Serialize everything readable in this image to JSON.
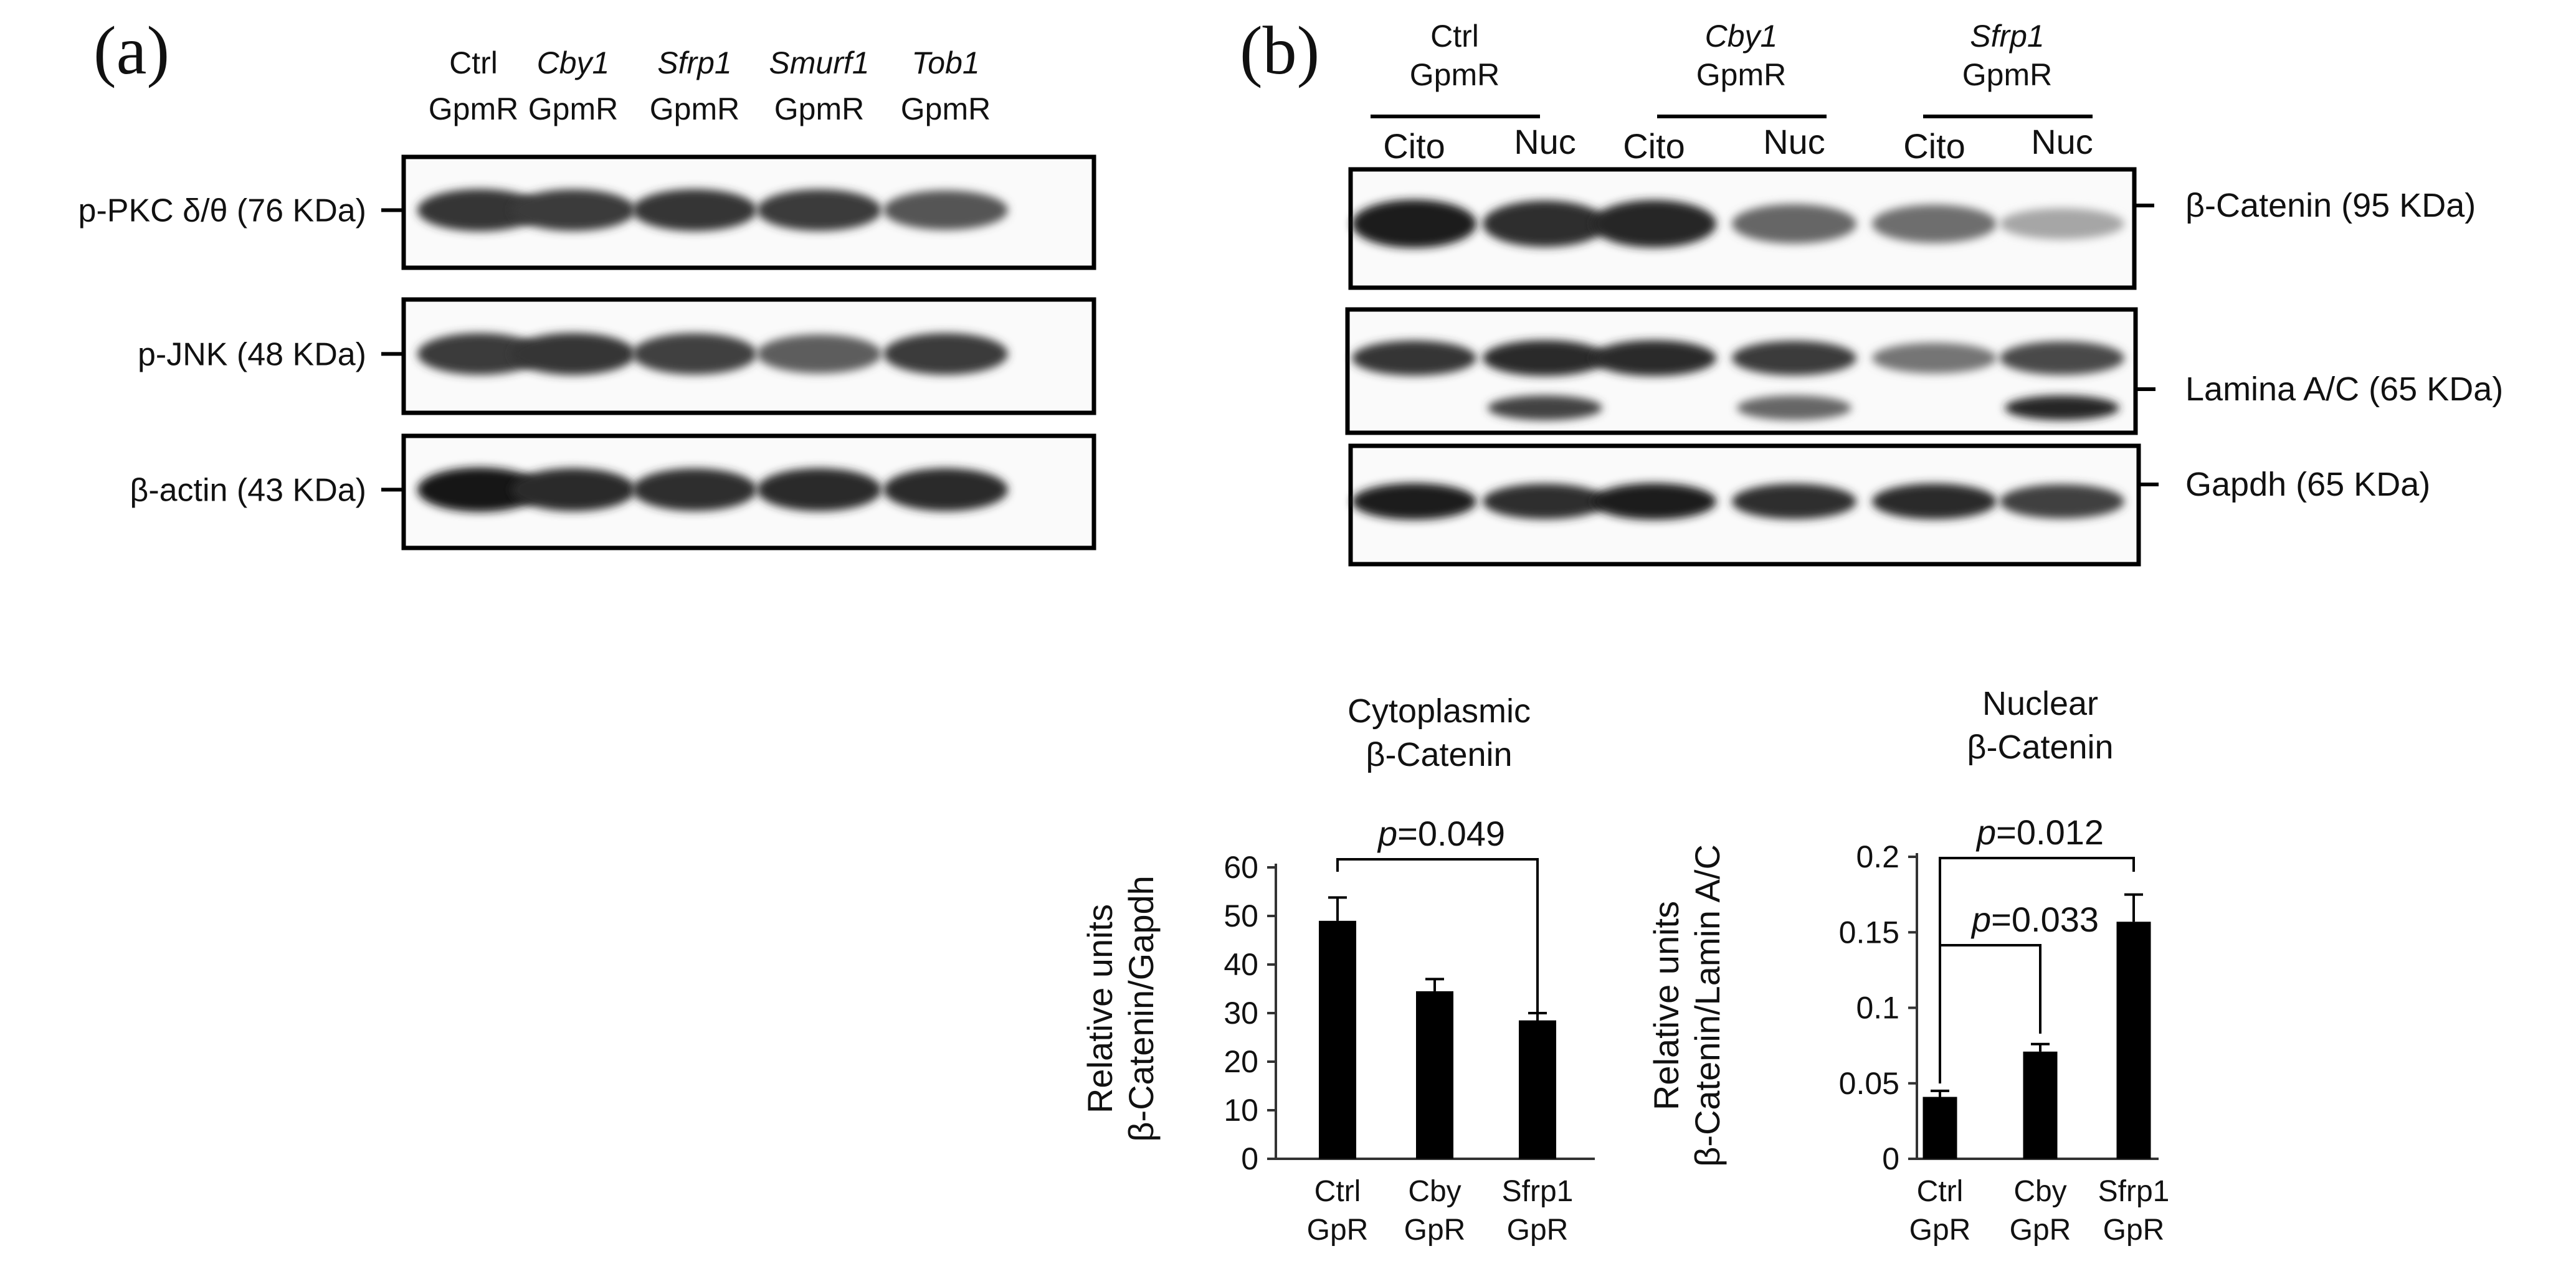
{
  "panel_a": {
    "letter": "(a)",
    "lanes": [
      {
        "gene": "Ctrl",
        "gene_italic": false,
        "sub": "GpmR"
      },
      {
        "gene": "Cby1",
        "gene_italic": true,
        "sub": "GpmR"
      },
      {
        "gene": "Sfrp1",
        "gene_italic": true,
        "sub": "GpmR"
      },
      {
        "gene": "Smurf1",
        "gene_italic": true,
        "sub": "GpmR"
      },
      {
        "gene": "Tob1",
        "gene_italic": true,
        "sub": "GpmR"
      }
    ],
    "blots": [
      {
        "label": "p-PKC δ/θ (76 KDa)",
        "bands": [
          0.85,
          0.82,
          0.84,
          0.82,
          0.7
        ]
      },
      {
        "label": "p-JNK (48 KDa)",
        "bands": [
          0.82,
          0.84,
          0.8,
          0.66,
          0.82
        ]
      },
      {
        "label": "β-actin (43 KDa)",
        "bands": [
          0.98,
          0.9,
          0.88,
          0.9,
          0.9
        ]
      }
    ]
  },
  "panel_b": {
    "letter": "(b)",
    "groups": [
      {
        "gene": "Ctrl",
        "gene_italic": false,
        "sub": "GpmR",
        "fractions": [
          "Cito",
          "Nuc"
        ]
      },
      {
        "gene": "Cby1",
        "gene_italic": true,
        "sub": "GpmR",
        "fractions": [
          "Cito",
          "Nuc"
        ]
      },
      {
        "gene": "Sfrp1",
        "gene_italic": true,
        "sub": "GpmR",
        "fractions": [
          "Cito",
          "Nuc"
        ]
      }
    ],
    "blots": [
      {
        "label": "β-Catenin (95 KDa)",
        "bands": [
          0.95,
          0.88,
          0.92,
          0.62,
          0.58,
          0.32
        ]
      },
      {
        "label": "Lamina A/C (65 KDa)",
        "bands": [
          0.85,
          0.9,
          0.9,
          0.82,
          0.55,
          0.75
        ]
      },
      {
        "label": "Gapdh (65 KDa)",
        "bands": [
          0.95,
          0.88,
          0.95,
          0.88,
          0.9,
          0.8
        ]
      }
    ]
  },
  "chart_data": [
    {
      "type": "bar",
      "title": "Cytoplasmic\nβ-Catenin",
      "ylabel": "Relative units\nβ-Catenin/Gapdh",
      "categories": [
        "Ctrl\nGpR",
        "Cby\nGpR",
        "Sfrp1\nGpR"
      ],
      "values": [
        49,
        34.5,
        28.5
      ],
      "errors": [
        4.8,
        2.5,
        1.5
      ],
      "ylim": [
        0,
        60
      ],
      "yticks": [
        "0",
        "10",
        "20",
        "30",
        "40",
        "50",
        "60"
      ],
      "bar_color": "#000000",
      "annotations": [
        {
          "from": 0,
          "to": 2,
          "label_prefix": "p",
          "label_value": "=0.049"
        }
      ]
    },
    {
      "type": "bar",
      "title": "Nuclear\nβ-Catenin",
      "ylabel": "Relative units\nβ-Catenin/Lamin A/C",
      "categories": [
        "Ctrl\nGpR",
        "Cby\nGpR",
        "Sfrp1\nGpR"
      ],
      "values": [
        0.041,
        0.071,
        0.157
      ],
      "errors": [
        0.004,
        0.005,
        0.018
      ],
      "ylim": [
        0,
        0.2
      ],
      "yticks": [
        "0",
        "0.05",
        "0.1",
        "0.15",
        "0.2"
      ],
      "bar_color": "#000000",
      "annotations": [
        {
          "from": 0,
          "to": 2,
          "label_prefix": "p",
          "label_value": "=0.012"
        },
        {
          "from": 0,
          "to": 1,
          "label_prefix": "p",
          "label_value": "=0.033"
        }
      ]
    }
  ]
}
